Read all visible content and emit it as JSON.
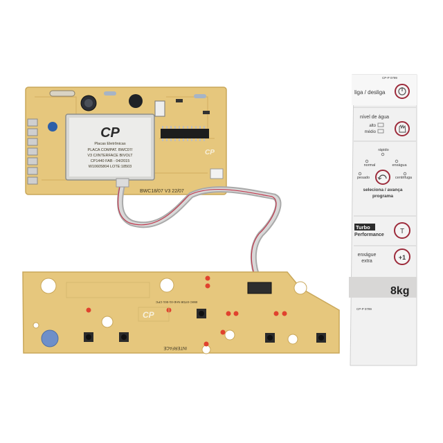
{
  "main_board": {
    "brand": "CP",
    "brand_line": "Placas Eletrônicas",
    "module_label": [
      "PLACA COMPAT. BWC07/",
      "V3 C/INTERFACE BIVOLT",
      "CP1440    FAB - 04/2015",
      "W10605804 LOTE:18503"
    ],
    "board_code": "BWC18/07 V3 22/07"
  },
  "interface_board": {
    "label": "INTERFACE",
    "code": "BWC-07/08 NAE-01-001 CPC",
    "brand": "CP"
  },
  "panel": {
    "code_top": "CP-P 0799",
    "power_label": "liga / desliga",
    "water_title": "nível de água",
    "water_high": "alto",
    "water_medium": "médio",
    "prog_fast": "rápido",
    "prog_normal": "normal",
    "prog_rinse": "enxágua",
    "prog_heavy": "pesado",
    "prog_spin": "centrifuga",
    "program_select": "seleciona / avança",
    "program_word": "programa",
    "turbo_box": "Turbo",
    "turbo_sub": "Performance",
    "turbo_key": "T",
    "rinse_title": "enxágue",
    "rinse_sub": "extra",
    "rinse_key": "+1",
    "capacity": "8kg",
    "code_bottom": "CP-P 0799"
  },
  "colors": {
    "pcb": "#e6c77d",
    "pcb_edge": "#c9a75a",
    "accent_red": "#9c2a3a",
    "panel_bg": "#f1f1f1"
  }
}
